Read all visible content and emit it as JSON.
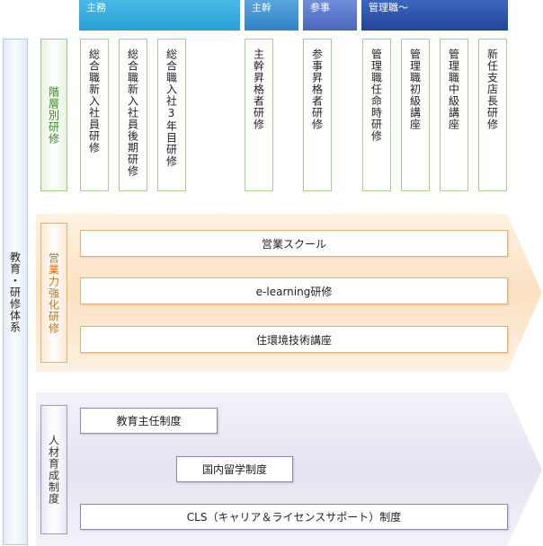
{
  "headers": [
    {
      "id": "shumu",
      "label": "主務"
    },
    {
      "id": "shukan",
      "label": "主幹"
    },
    {
      "id": "sanji",
      "label": "参事"
    },
    {
      "id": "kanrishoku",
      "label": "管理職～"
    }
  ],
  "main_column": {
    "label": "教育・研修体系"
  },
  "categories": {
    "kaisobetsu": {
      "label": "階層別研修"
    },
    "eigyo": {
      "label": "営業力強化研修"
    },
    "jinzai": {
      "label": "人材育成制度"
    }
  },
  "trainings": [
    {
      "id": "t1",
      "label": "総合職新入社員研修"
    },
    {
      "id": "t2",
      "label": "総合職新入社員後期研修"
    },
    {
      "id": "t3",
      "label": "総合職入社3年目研修"
    },
    {
      "id": "t4",
      "label": "主幹昇格者研修"
    },
    {
      "id": "t5",
      "label": "参事昇格者研修"
    },
    {
      "id": "t6",
      "label": "管理職任命時研修"
    },
    {
      "id": "t7",
      "label": "管理職初級講座"
    },
    {
      "id": "t8",
      "label": "管理職中級講座"
    },
    {
      "id": "t9",
      "label": "新任支店長研修"
    }
  ],
  "sales_programs": [
    {
      "id": "s1",
      "label": "営業スクール"
    },
    {
      "id": "s2",
      "label": "e-learning研修"
    },
    {
      "id": "s3",
      "label": "住環境技術講座"
    }
  ],
  "hr_programs": [
    {
      "id": "h1",
      "label": "教育主任制度"
    },
    {
      "id": "h2",
      "label": "国内留学制度"
    },
    {
      "id": "h3",
      "label": "CLS（キャリア＆ライセンスサポート）制度"
    }
  ],
  "colors": {
    "header_blue": "#2a9fd6",
    "header_navy": "#23459b",
    "green_border": "#9ccc86",
    "orange_band": "#fbe3c4",
    "purple_band": "#e8e6f3"
  }
}
